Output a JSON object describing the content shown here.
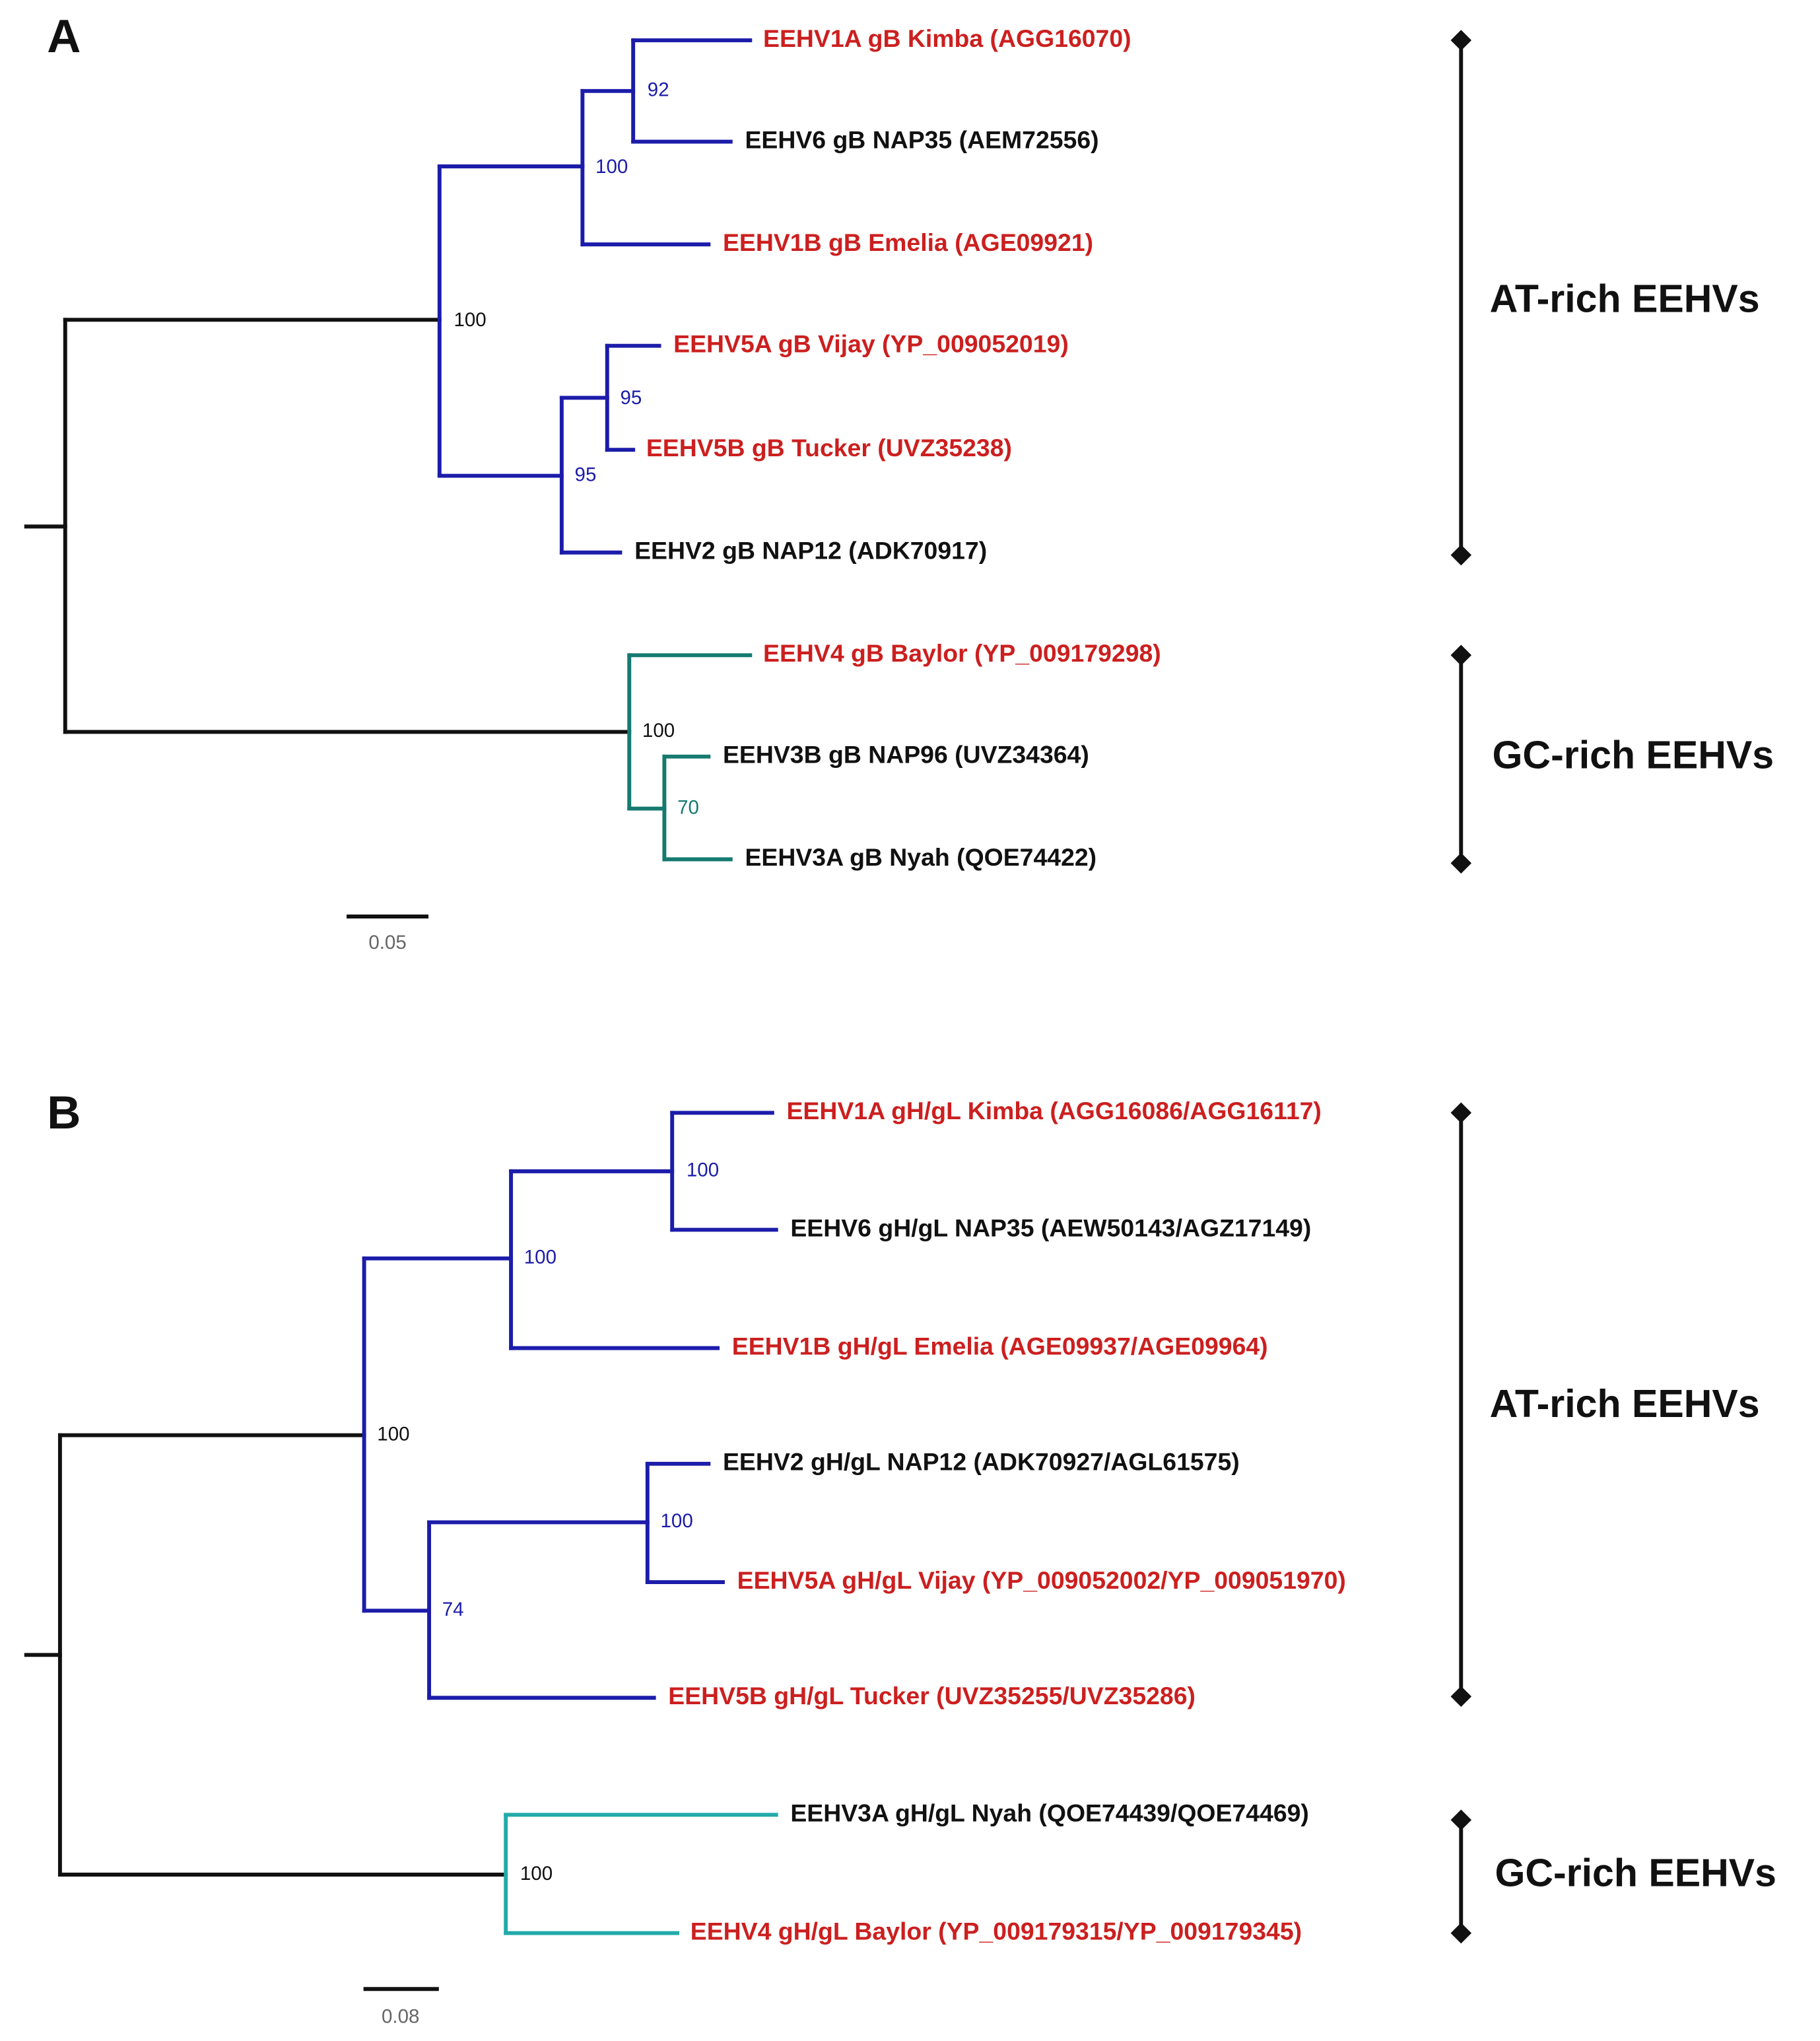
{
  "colors": {
    "at_rich_branch": "#1c1caa",
    "gc_rich_branch_A": "#167a70",
    "gc_rich_branch_B": "#22aaaa",
    "backbone": "#111111",
    "highlight_label": "#cc1f1f",
    "normal_label": "#111111"
  },
  "panel_a": {
    "letter": "A",
    "leaves": [
      {
        "text": "EEHV1A gB Kimba (AGG16070)",
        "highlight": true
      },
      {
        "text": "EEHV6 gB NAP35 (AEM72556)",
        "highlight": false
      },
      {
        "text": "EEHV1B gB Emelia (AGE09921)",
        "highlight": true
      },
      {
        "text": "EEHV5A gB Vijay (YP_009052019)",
        "highlight": true
      },
      {
        "text": "EEHV5B gB Tucker (UVZ35238)",
        "highlight": true
      },
      {
        "text": "EEHV2 gB NAP12 (ADK70917)",
        "highlight": false
      },
      {
        "text": "EEHV4 gB  Baylor (YP_009179298)",
        "highlight": true
      },
      {
        "text": "EEHV3B gB NAP96 (UVZ34364)",
        "highlight": false
      },
      {
        "text": "EEHV3A gB Nyah (QOE74422)",
        "highlight": false
      }
    ],
    "bootstrap": [
      "100",
      "100",
      "92",
      "95",
      "95",
      "100",
      "70"
    ],
    "scale_bar": "0.05",
    "clades": [
      "AT-rich EEHVs",
      "GC-rich EEHVs"
    ]
  },
  "panel_b": {
    "letter": "B",
    "leaves": [
      {
        "text": "EEHV1A gH/gL Kimba (AGG16086/AGG16117)",
        "highlight": true
      },
      {
        "text": "EEHV6 gH/gL NAP35 (AEW50143/AGZ17149)",
        "highlight": false
      },
      {
        "text": "EEHV1B gH/gL Emelia (AGE09937/AGE09964)",
        "highlight": true
      },
      {
        "text": "EEHV2 gH/gL NAP12 (ADK70927/AGL61575)",
        "highlight": false
      },
      {
        "text": "EEHV5A gH/gL Vijay (YP_009052002/YP_009051970)",
        "highlight": true
      },
      {
        "text": "EEHV5B gH/gL Tucker (UVZ35255/UVZ35286)",
        "highlight": true
      },
      {
        "text": "EEHV3A gH/gL Nyah (QOE74439/QOE74469)",
        "highlight": false
      },
      {
        "text": "EEHV4 gH/gL  Baylor (YP_009179315/YP_009179345)",
        "highlight": true
      }
    ],
    "bootstrap": [
      "100",
      "100",
      "100",
      "74",
      "100",
      "100"
    ],
    "scale_bar": "0.08",
    "clades": [
      "AT-rich EEHVs",
      "GC-rich EEHVs"
    ]
  }
}
